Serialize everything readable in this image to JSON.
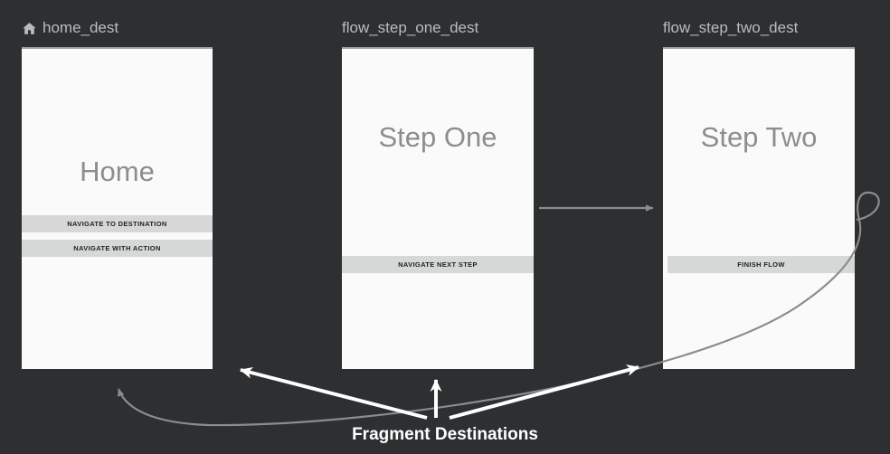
{
  "canvas": {
    "background_color": "#2d2f31",
    "caption": "Fragment Destinations",
    "caption_color": "#ffffff"
  },
  "destinations": [
    {
      "id": "home_dest",
      "label": "home_dest",
      "icon": "home-icon",
      "is_start_destination": true,
      "preview": {
        "title": "Home",
        "surface_color": "#fafafa",
        "buttons": [
          {
            "label": "NAVIGATE TO DESTINATION"
          },
          {
            "label": "NAVIGATE WITH ACTION"
          }
        ]
      }
    },
    {
      "id": "flow_step_one_dest",
      "label": "flow_step_one_dest",
      "icon": null,
      "is_start_destination": false,
      "preview": {
        "title": "Step One",
        "surface_color": "#fafafa",
        "buttons": [
          {
            "label": "NAVIGATE NEXT STEP"
          }
        ]
      }
    },
    {
      "id": "flow_step_two_dest",
      "label": "flow_step_two_dest",
      "icon": null,
      "is_start_destination": false,
      "preview": {
        "title": "Step Two",
        "surface_color": "#fafafa",
        "buttons": [
          {
            "label": "FINISH FLOW"
          }
        ]
      }
    }
  ],
  "connections": {
    "color": "#8a8c8d",
    "edges": [
      {
        "from": "flow_step_one_dest",
        "to": "flow_step_two_dest",
        "style": "straight-arrow"
      },
      {
        "from": "flow_step_two_dest",
        "to": "home_dest",
        "style": "curved-return-arrow"
      }
    ]
  },
  "annotations": {
    "color": "#ffffff",
    "arrows": [
      {
        "target": "home_dest",
        "direction": "up-left"
      },
      {
        "target": "flow_step_one_dest",
        "direction": "up"
      },
      {
        "target": "flow_step_two_dest",
        "direction": "up-right"
      }
    ]
  }
}
